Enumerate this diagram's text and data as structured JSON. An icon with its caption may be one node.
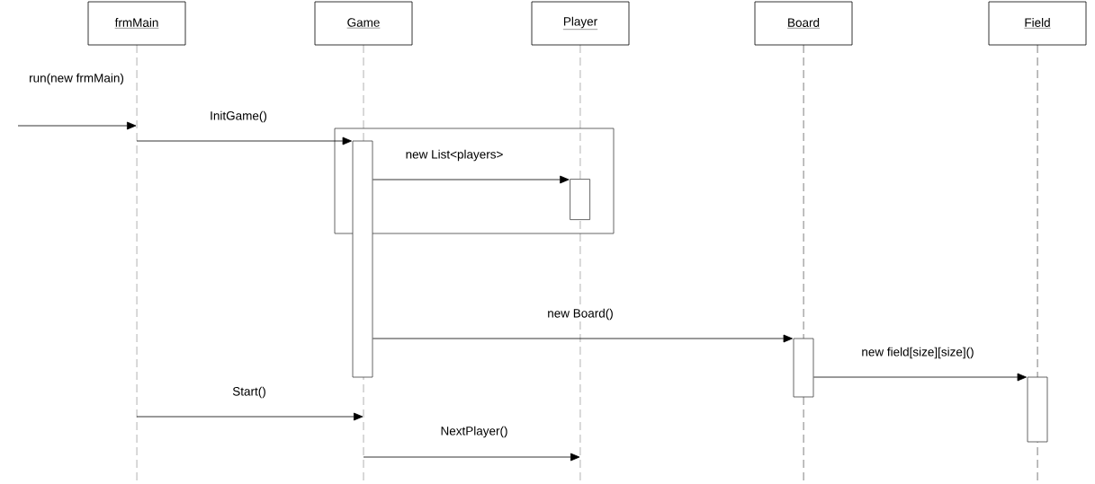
{
  "diagram": {
    "nodes": [
      {
        "text": [
          "frmMain"
        ]
      },
      {
        "text": [
          "Game"
        ]
      },
      {
        "text": [
          "Player"
        ]
      },
      {
        "text": [
          "Board"
        ]
      },
      {
        "text": [
          "Field"
        ]
      },
      {
        "text": [],
        "shape": "line"
      },
      {
        "text": [],
        "shape": "line"
      },
      {
        "text": [],
        "shape": "line"
      },
      {
        "text": [],
        "shape": "line"
      },
      {
        "text": [],
        "shape": "line"
      },
      {
        "text": [],
        "shape": "box"
      },
      {
        "text": [],
        "shape": "bar"
      },
      {
        "text": [],
        "shape": "bar",
        "in": 10
      },
      {
        "text": [],
        "shape": "bar"
      },
      {
        "text": [],
        "shape": "bar"
      }
    ],
    "edges": [
      {
        "from": null,
        "to": 5,
        "arrow": "to",
        "label": "run(new frmMain)"
      },
      {
        "from": 5,
        "to": 11,
        "arrow": "to",
        "label": "InitGame()"
      },
      {
        "from": 11,
        "to": 12,
        "arrow": "to",
        "label": "new List<players>"
      },
      {
        "from": 11,
        "to": 13,
        "arrow": "to",
        "label": "new Board()"
      },
      {
        "from": 13,
        "to": 14,
        "arrow": "to",
        "label": "new field[size][size]()"
      },
      {
        "from": 5,
        "to": 6,
        "arrow": "to",
        "label": "Start()"
      },
      {
        "from": 6,
        "to": 7,
        "arrow": "to",
        "label": "NextPlayer()"
      }
    ]
  }
}
